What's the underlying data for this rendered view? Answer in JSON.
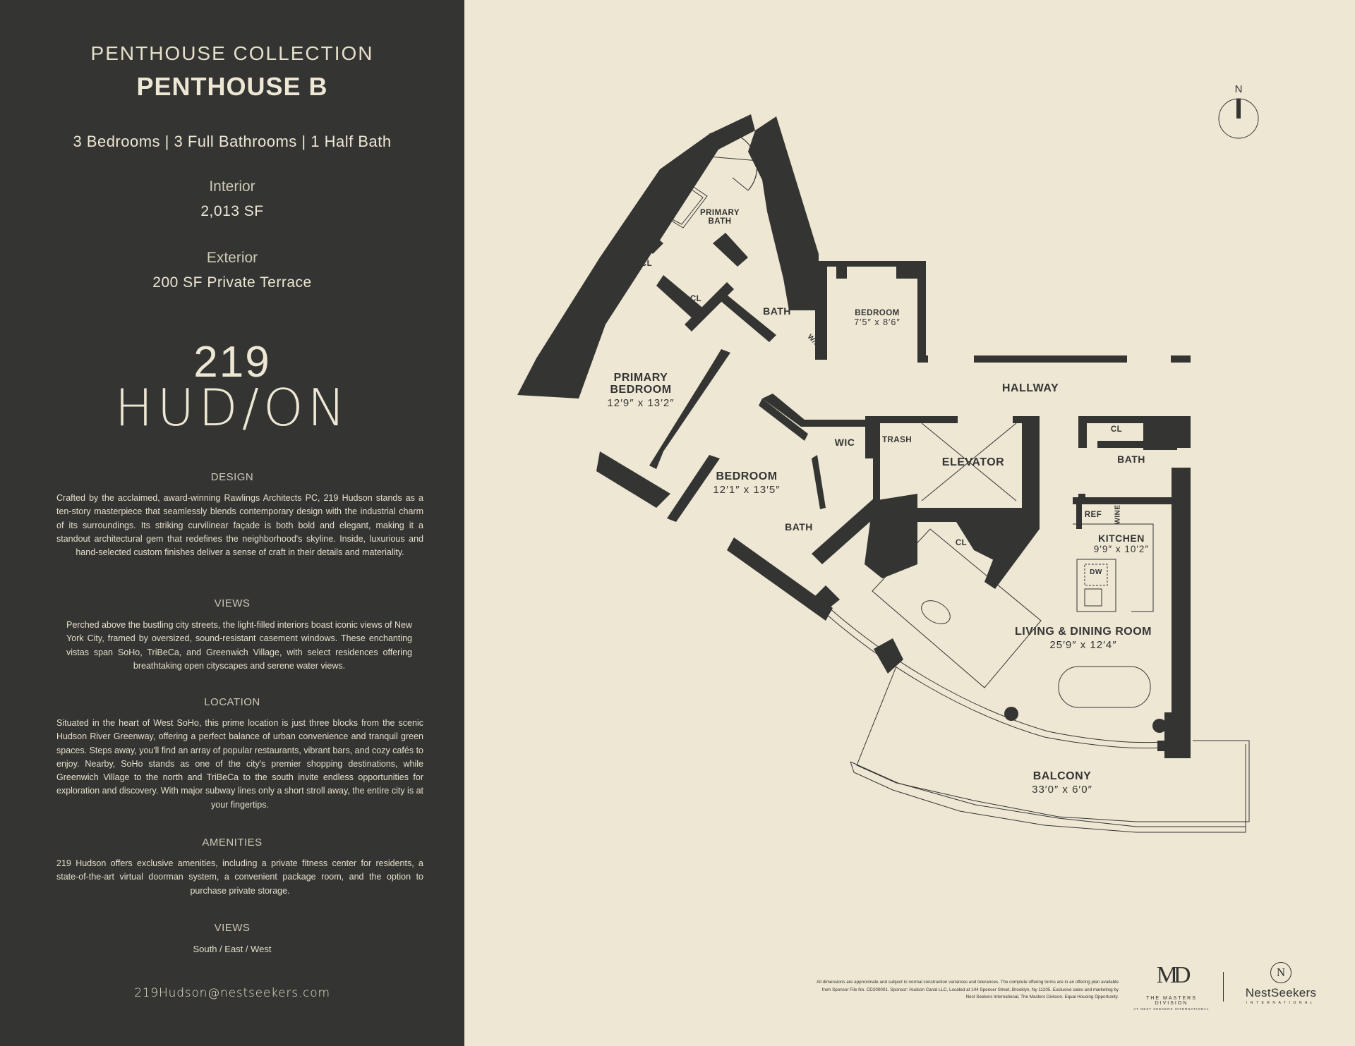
{
  "sidebar": {
    "collection": "PENTHOUSE COLLECTION",
    "unit": "PENTHOUSE B",
    "rooms_summary": "3 Bedrooms | 3 Full Bathrooms | 1 Half Bath",
    "interior_label": "Interior",
    "interior_value": "2,013 SF",
    "exterior_label": "Exterior",
    "exterior_value": "200 SF Private Terrace",
    "logo_number": "219",
    "logo_name": "HUD/ON",
    "sections": [
      {
        "heading": "DESIGN",
        "body": "Crafted by the acclaimed, award-winning Rawlings Architects PC, 219 Hudson stands as a ten-story masterpiece that seamlessly blends contemporary design with the industrial charm of its surroundings. Its striking curvilinear façade is both bold and elegant, making it a standout architectural gem that redefines the neighborhood's skyline. Inside, luxurious and hand-selected custom finishes deliver a sense of craft in their details and materiality."
      },
      {
        "heading": "VIEWS",
        "body": "Perched above the bustling city streets, the light-filled interiors boast iconic views of New York City, framed by oversized, sound-resistant casement windows. These enchanting vistas span SoHo, TriBeCa, and Greenwich Village, with select residences offering breathtaking open cityscapes and serene water views."
      },
      {
        "heading": "LOCATION",
        "body": "Situated in the heart of West SoHo, this prime location is just three blocks from the scenic Hudson River Greenway, offering a perfect balance of urban convenience and tranquil green spaces. Steps away, you'll find an array of popular restaurants, vibrant bars, and cozy cafés to enjoy. Nearby, SoHo stands as one of the city's premier shopping destinations, while Greenwich Village to the north and TriBeCa to the south invite endless opportunities for exploration and discovery. With major subway lines only a short stroll away, the entire city is at your fingertips."
      },
      {
        "heading": "AMENITIES",
        "body": "219 Hudson offers exclusive amenities, including a private fitness center for residents, a state-of-the-art virtual doorman system, a convenient package room, and the option to purchase private storage."
      },
      {
        "heading": "VIEWS",
        "body": "South / East / West"
      }
    ],
    "email": "219Hudson@nestseekers.com"
  },
  "floorplan": {
    "compass_label": "N",
    "rooms": [
      {
        "name": "PRIMARY BATH",
        "line1": "PRIMARY",
        "line2": "BATH"
      },
      {
        "name": "CL",
        "line1": "CL"
      },
      {
        "name": "CL",
        "line1": "CL"
      },
      {
        "name": "BATH",
        "line1": "BATH"
      },
      {
        "name": "W/D",
        "line1": "W/D"
      },
      {
        "name": "BEDROOM",
        "line1": "BEDROOM",
        "dims": "7′5″ x 8′6″"
      },
      {
        "name": "PRIMARY BEDROOM",
        "line1": "PRIMARY",
        "line2": "BEDROOM",
        "dims": "12′9″ x 13′2″"
      },
      {
        "name": "HALLWAY",
        "line1": "HALLWAY"
      },
      {
        "name": "WIC",
        "line1": "WIC"
      },
      {
        "name": "TRASH",
        "line1": "TRASH"
      },
      {
        "name": "ELEVATOR",
        "line1": "ELEVATOR"
      },
      {
        "name": "CL",
        "line1": "CL"
      },
      {
        "name": "BATH",
        "line1": "BATH"
      },
      {
        "name": "BEDROOM",
        "line1": "BEDROOM",
        "dims": "12′1″ x 13′5″"
      },
      {
        "name": "REF",
        "line1": "REF"
      },
      {
        "name": "WINE",
        "line1": "WINE"
      },
      {
        "name": "KITCHEN",
        "line1": "KITCHEN",
        "dims": "9′9″ x 10′2″"
      },
      {
        "name": "DW",
        "line1": "DW"
      },
      {
        "name": "BATH",
        "line1": "BATH"
      },
      {
        "name": "CL",
        "line1": "CL"
      },
      {
        "name": "LIVING & DINING ROOM",
        "line1": "LIVING & DINING ROOM",
        "dims": "25′9″ x 12′4″"
      },
      {
        "name": "BALCONY",
        "line1": "BALCONY",
        "dims": "33′0″ x 6′0″"
      }
    ]
  },
  "footer": {
    "disclaimer": "All dimensions are approximate and subject to normal construction variances and tolerances. The complete offering terms are in an offering plan available from Sponsor File No. CD200001. Sponsor: Hudson Canal LLC, Located at 144 Spencer Street, Brooklyn, Ny 11205. Exclusive sales and marketing by Nest Seekers International, The Masters Division. Equal Housing Opportunity.",
    "masters_mark": "MD",
    "masters_title": "THE MASTERS DIVISION",
    "masters_sub": "AT NEST SEEKERS INTERNATIONAL",
    "nest_mark": "N",
    "nest_title": "NestSeekers",
    "nest_sub": "INTERNATIONAL"
  },
  "colors": {
    "sidebar_bg": "#343432",
    "page_bg": "#ede7d4",
    "wall": "#343432",
    "text_light": "#ede7d4"
  }
}
